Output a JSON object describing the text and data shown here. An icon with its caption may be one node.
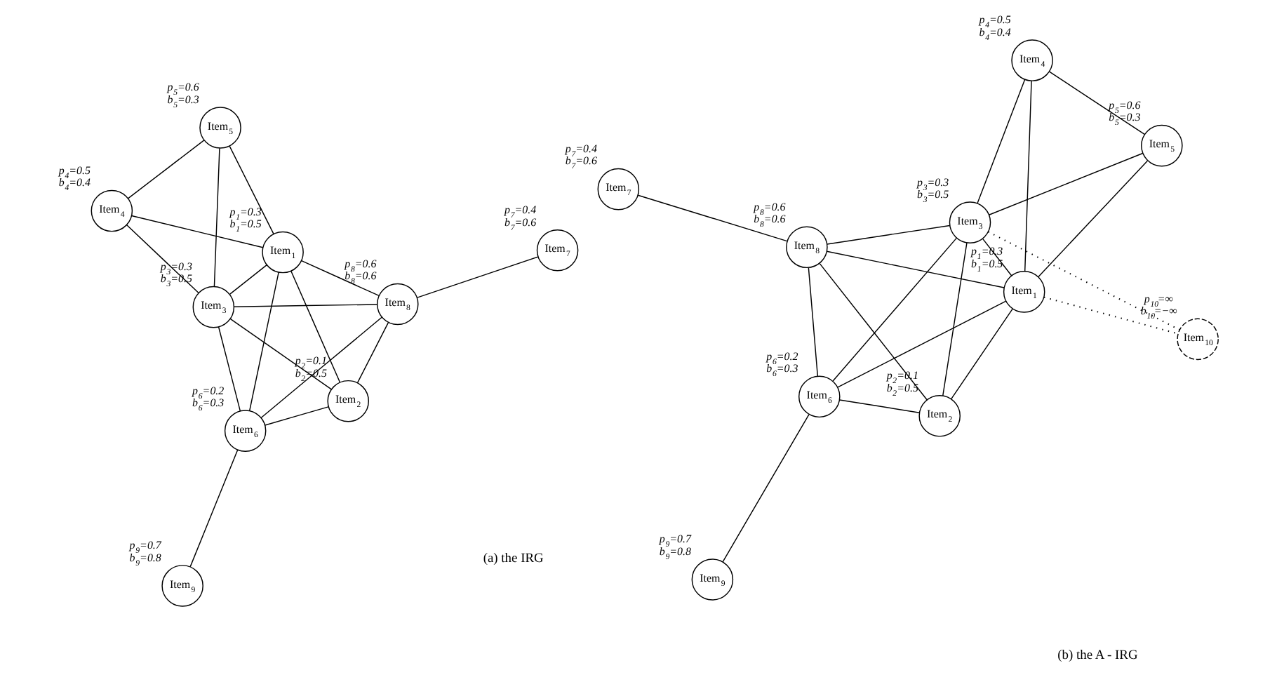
{
  "diagram": {
    "nodes": [
      {
        "text": [
          "Item$_{1}$"
        ],
        "beside": [
          "p$_{1}$=0.3",
          "b$_{1}$=0.5"
        ]
      },
      {
        "text": [
          "Item$_{2}$"
        ],
        "beside": [
          "p$_{2}$=0.1",
          "b$_{2}$=0.5"
        ]
      },
      {
        "text": [
          "Item$_{3}$"
        ],
        "beside": [
          "p$_{3}$=0.3",
          "b$_{3}$=0.5"
        ]
      },
      {
        "text": [
          "Item$_{4}$"
        ],
        "beside": [
          "p$_{4}$=0.5",
          "b$_{4}$=0.4"
        ]
      },
      {
        "text": [
          "Item$_{5}$"
        ],
        "beside": [
          "p$_{5}$=0.6",
          "b$_{5}$=0.3"
        ]
      },
      {
        "text": [
          "Item$_{6}$"
        ],
        "beside": [
          "p$_{6}$=0.2",
          "b$_{6}$=0.3"
        ]
      },
      {
        "text": [
          "Item$_{7}$"
        ],
        "beside": [
          "p$_{7}$=0.4",
          "b$_{7}$=0.6"
        ]
      },
      {
        "text": [
          "Item$_{8}$"
        ],
        "beside": [
          "p$_{8}$=0.6",
          "b$_{8}$=0.6"
        ]
      },
      {
        "text": [
          "Item$_{9}$"
        ],
        "beside": [
          "p$_{9}$=0.7",
          "b$_{9}$=0.8"
        ]
      },
      {
        "text": [
          "Item$_{1}$"
        ],
        "beside": [
          "p$_{1}$=0.3",
          "b$_{1}$=0.5"
        ]
      },
      {
        "text": [
          "Item$_{2}$"
        ],
        "beside": [
          "p$_{2}$=0.1",
          "b$_{2}$=0.5"
        ]
      },
      {
        "text": [
          "Item$_{3}$"
        ],
        "beside": [
          "p$_{3}$=0.3",
          "b$_{3}$=0.5"
        ]
      },
      {
        "text": [
          "Item$_{4}$"
        ],
        "beside": [
          "p$_{4}$=0.5",
          "b$_{4}$=0.4"
        ]
      },
      {
        "text": [
          "Item$_{5}$"
        ],
        "beside": [
          "p$_{5}$=0.6",
          "b$_{5}$=0.3"
        ]
      },
      {
        "text": [
          "Item$_{6}$"
        ],
        "beside": [
          "p$_{6}$=0.2",
          "b$_{6}$=0.3"
        ]
      },
      {
        "text": [
          "Item$_{7}$"
        ],
        "beside": [
          "p$_{7}$=0.4",
          "b$_{7}$=0.6"
        ]
      },
      {
        "text": [
          "Item$_{8}$"
        ],
        "beside": [
          "p$_{8}$=0.6",
          "b$_{8}$=0.6"
        ]
      },
      {
        "text": [
          "Item$_{9}$"
        ],
        "beside": [
          "p$_{9}$=0.7",
          "b$_{9}$=0.8"
        ]
      },
      {
        "text": [
          "Item$_{10}$"
        ],
        "beside": [
          "p$_{10}$=∞",
          "b$_{10}$=−∞"
        ]
      }
    ],
    "edges": [
      {
        "from": 0,
        "to": 3,
        "arrow": "none"
      },
      {
        "from": 3,
        "to": 4,
        "arrow": "none"
      },
      {
        "from": 3,
        "to": 2,
        "arrow": "none"
      },
      {
        "from": 0,
        "to": 4,
        "arrow": "none"
      },
      {
        "from": 0,
        "to": 1,
        "arrow": "none"
      },
      {
        "from": 0,
        "to": 5,
        "arrow": "none"
      },
      {
        "from": 0,
        "to": 7,
        "arrow": "none"
      },
      {
        "from": 0,
        "to": 2,
        "arrow": "none"
      },
      {
        "from": 4,
        "to": 2,
        "arrow": "none"
      },
      {
        "from": 1,
        "to": 2,
        "arrow": "none"
      },
      {
        "from": 1,
        "to": 7,
        "arrow": "none"
      },
      {
        "from": 1,
        "to": 5,
        "arrow": "none"
      },
      {
        "from": 2,
        "to": 5,
        "arrow": "none"
      },
      {
        "from": 2,
        "to": 7,
        "arrow": "none"
      },
      {
        "from": 5,
        "to": 7,
        "arrow": "none"
      },
      {
        "from": 5,
        "to": 8,
        "arrow": "none"
      },
      {
        "from": 7,
        "to": 6,
        "arrow": "none"
      },
      {
        "from": 9,
        "to": 12,
        "arrow": "none"
      },
      {
        "from": 12,
        "to": 13,
        "arrow": "none"
      },
      {
        "from": 12,
        "to": 11,
        "arrow": "none"
      },
      {
        "from": 9,
        "to": 13,
        "arrow": "none"
      },
      {
        "from": 9,
        "to": 10,
        "arrow": "none"
      },
      {
        "from": 9,
        "to": 14,
        "arrow": "none"
      },
      {
        "from": 9,
        "to": 16,
        "arrow": "none"
      },
      {
        "from": 9,
        "to": 11,
        "arrow": "none"
      },
      {
        "from": 13,
        "to": 11,
        "arrow": "none"
      },
      {
        "from": 10,
        "to": 11,
        "arrow": "none"
      },
      {
        "from": 10,
        "to": 16,
        "arrow": "none"
      },
      {
        "from": 10,
        "to": 14,
        "arrow": "none"
      },
      {
        "from": 11,
        "to": 14,
        "arrow": "none"
      },
      {
        "from": 11,
        "to": 16,
        "arrow": "none"
      },
      {
        "from": 14,
        "to": 16,
        "arrow": "none"
      },
      {
        "from": 14,
        "to": 17,
        "arrow": "none"
      },
      {
        "from": 16,
        "to": 15,
        "arrow": "none"
      },
      {
        "from": 9,
        "to": 18,
        "arrow": "none",
        "style": "dashed"
      },
      {
        "from": 11,
        "to": 18,
        "arrow": "none",
        "style": "dashed"
      }
    ],
    "labels": [
      "(a) the IRG",
      "(b) the A - IRG"
    ]
  }
}
